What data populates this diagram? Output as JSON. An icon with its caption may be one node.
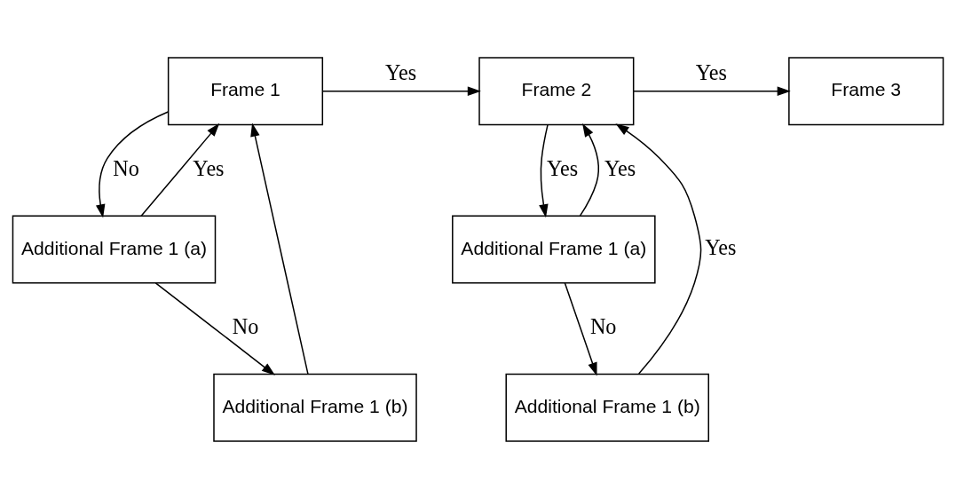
{
  "diagram": {
    "nodes": [
      {
        "text": [
          "Frame 1"
        ]
      },
      {
        "text": [
          "Frame 2"
        ]
      },
      {
        "text": [
          "Frame 3"
        ]
      },
      {
        "text": [
          "Additional Frame 1 (a)"
        ]
      },
      {
        "text": [
          "Additional Frame 1 (b)"
        ]
      },
      {
        "text": [
          "Additional Frame 1 (a)"
        ]
      },
      {
        "text": [
          "Additional Frame 1 (b)"
        ]
      }
    ],
    "edges": [
      {
        "from": 0,
        "to": 1,
        "arrow": "to",
        "label": "Yes"
      },
      {
        "from": 1,
        "to": 2,
        "arrow": "to",
        "label": "Yes"
      },
      {
        "from": 0,
        "to": 3,
        "arrow": "to",
        "label": "No"
      },
      {
        "from": 1,
        "to": 5,
        "arrow": "to",
        "label": "Yes"
      },
      {
        "from": 3,
        "to": 0,
        "arrow": "to",
        "label": "Yes"
      },
      {
        "from": 5,
        "to": 1,
        "arrow": "to",
        "label": "Yes"
      },
      {
        "from": 3,
        "to": 4,
        "arrow": "to",
        "label": "No"
      },
      {
        "from": 5,
        "to": 6,
        "arrow": "to",
        "label": "No"
      },
      {
        "from": 4,
        "to": 0,
        "arrow": "to"
      },
      {
        "from": 6,
        "to": 1,
        "arrow": "to",
        "label": "Yes"
      }
    ]
  }
}
